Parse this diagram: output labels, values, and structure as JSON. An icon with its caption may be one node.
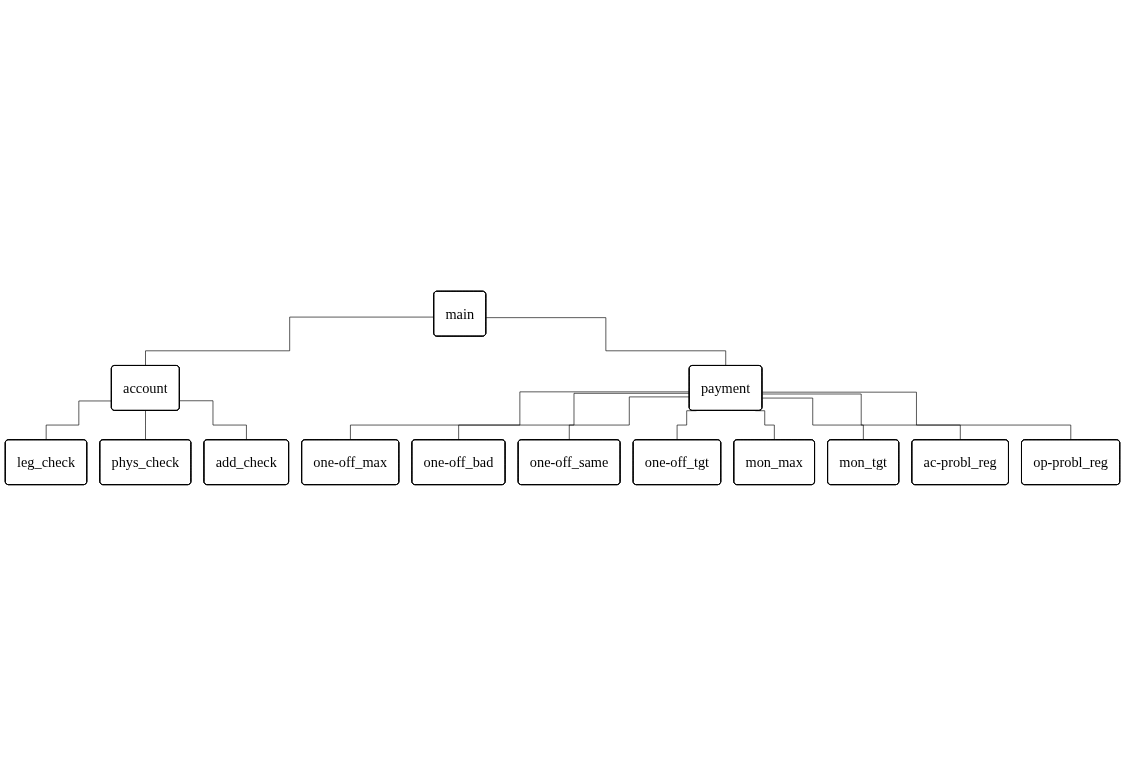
{
  "diagram": {
    "nodes": [
      {
        "text": [
          "main"
        ]
      },
      {
        "text": [
          "account"
        ]
      },
      {
        "text": [
          "payment"
        ]
      },
      {
        "text": [
          "leg_check"
        ]
      },
      {
        "text": [
          "phys_check"
        ]
      },
      {
        "text": [
          "add_check"
        ]
      },
      {
        "text": [
          "one-off_max"
        ]
      },
      {
        "text": [
          "one-off_bad"
        ]
      },
      {
        "text": [
          "one-off_same"
        ]
      },
      {
        "text": [
          "one-off_tgt"
        ]
      },
      {
        "text": [
          "mon_max"
        ]
      },
      {
        "text": [
          "mon_tgt"
        ]
      },
      {
        "text": [
          "ac-probl_reg"
        ]
      },
      {
        "text": [
          "op-probl_reg"
        ]
      }
    ],
    "edges": [
      {
        "from": 0,
        "to": 1,
        "arrow": "none"
      },
      {
        "from": 0,
        "to": 2,
        "arrow": "none"
      },
      {
        "from": 1,
        "to": 3,
        "arrow": "none"
      },
      {
        "from": 1,
        "to": 4,
        "arrow": "none"
      },
      {
        "from": 1,
        "to": 5,
        "arrow": "none"
      },
      {
        "from": 2,
        "to": 6,
        "arrow": "none"
      },
      {
        "from": 2,
        "to": 7,
        "arrow": "none"
      },
      {
        "from": 2,
        "to": 8,
        "arrow": "none"
      },
      {
        "from": 2,
        "to": 9,
        "arrow": "none"
      },
      {
        "from": 2,
        "to": 10,
        "arrow": "none"
      },
      {
        "from": 2,
        "to": 11,
        "arrow": "none"
      },
      {
        "from": 2,
        "to": 12,
        "arrow": "none"
      },
      {
        "from": 2,
        "to": 13,
        "arrow": "none"
      }
    ]
  }
}
